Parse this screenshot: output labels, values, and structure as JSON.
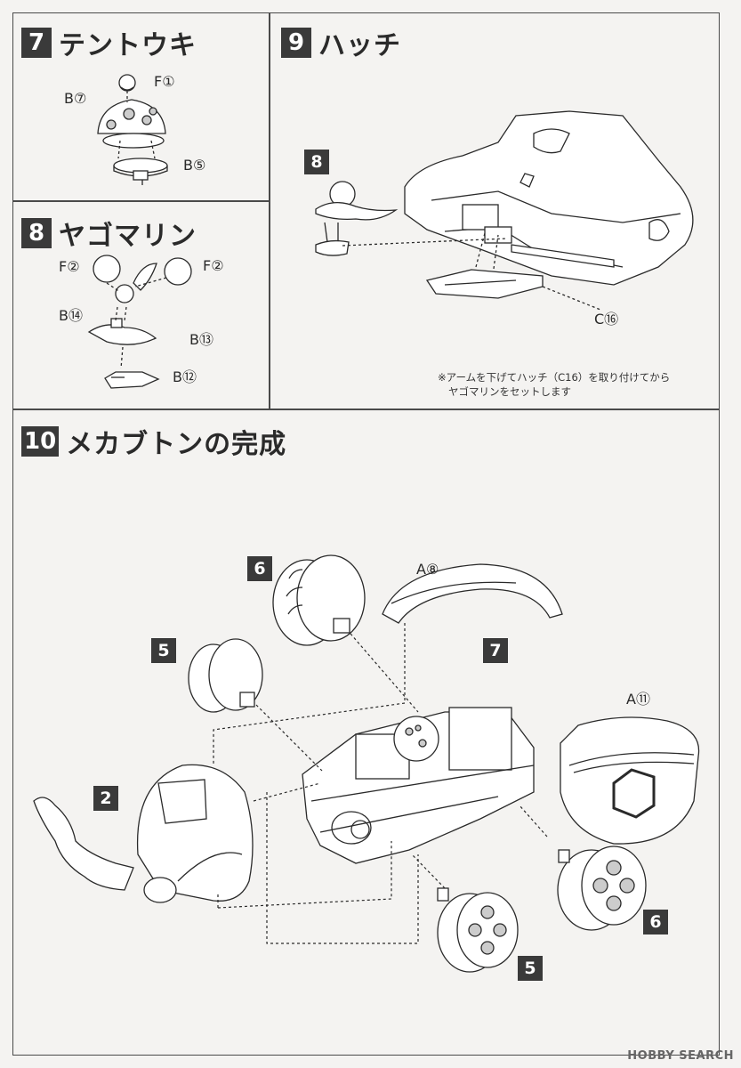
{
  "steps": {
    "s7": {
      "num": "7",
      "title": "テントウキ"
    },
    "s9": {
      "num": "9",
      "title": "ハッチ"
    },
    "s8": {
      "num": "8",
      "title": "ヤゴマリン"
    },
    "s10": {
      "num": "10",
      "title": "メカブトンの完成"
    }
  },
  "labels": {
    "s7_f1": "F①",
    "s7_b7": "B⑦",
    "s7_b5": "B⑤",
    "s8_f2_left": "F②",
    "s8_f2_right": "F②",
    "s8_b14": "B⑭",
    "s8_b13": "B⑬",
    "s8_b12": "B⑫",
    "s9_tag": "8",
    "s9_c16": "C⑯",
    "s10_a8": "A⑧",
    "s10_a11": "A⑪"
  },
  "note": {
    "line1": "※アームを下げてハッチ（C16）を取り付けてから",
    "line2": "ヤゴマリンをセットします"
  },
  "tags10": {
    "t6_top": "6",
    "t5_left": "5",
    "t7": "7",
    "t2": "2",
    "t6_right": "6",
    "t5_bottom": "5"
  },
  "watermark": "HOBBY SEARCH",
  "colors": {
    "ink": "#2a2a2a",
    "tag_bg": "#3a3a3a",
    "paper": "#f4f3f1"
  }
}
